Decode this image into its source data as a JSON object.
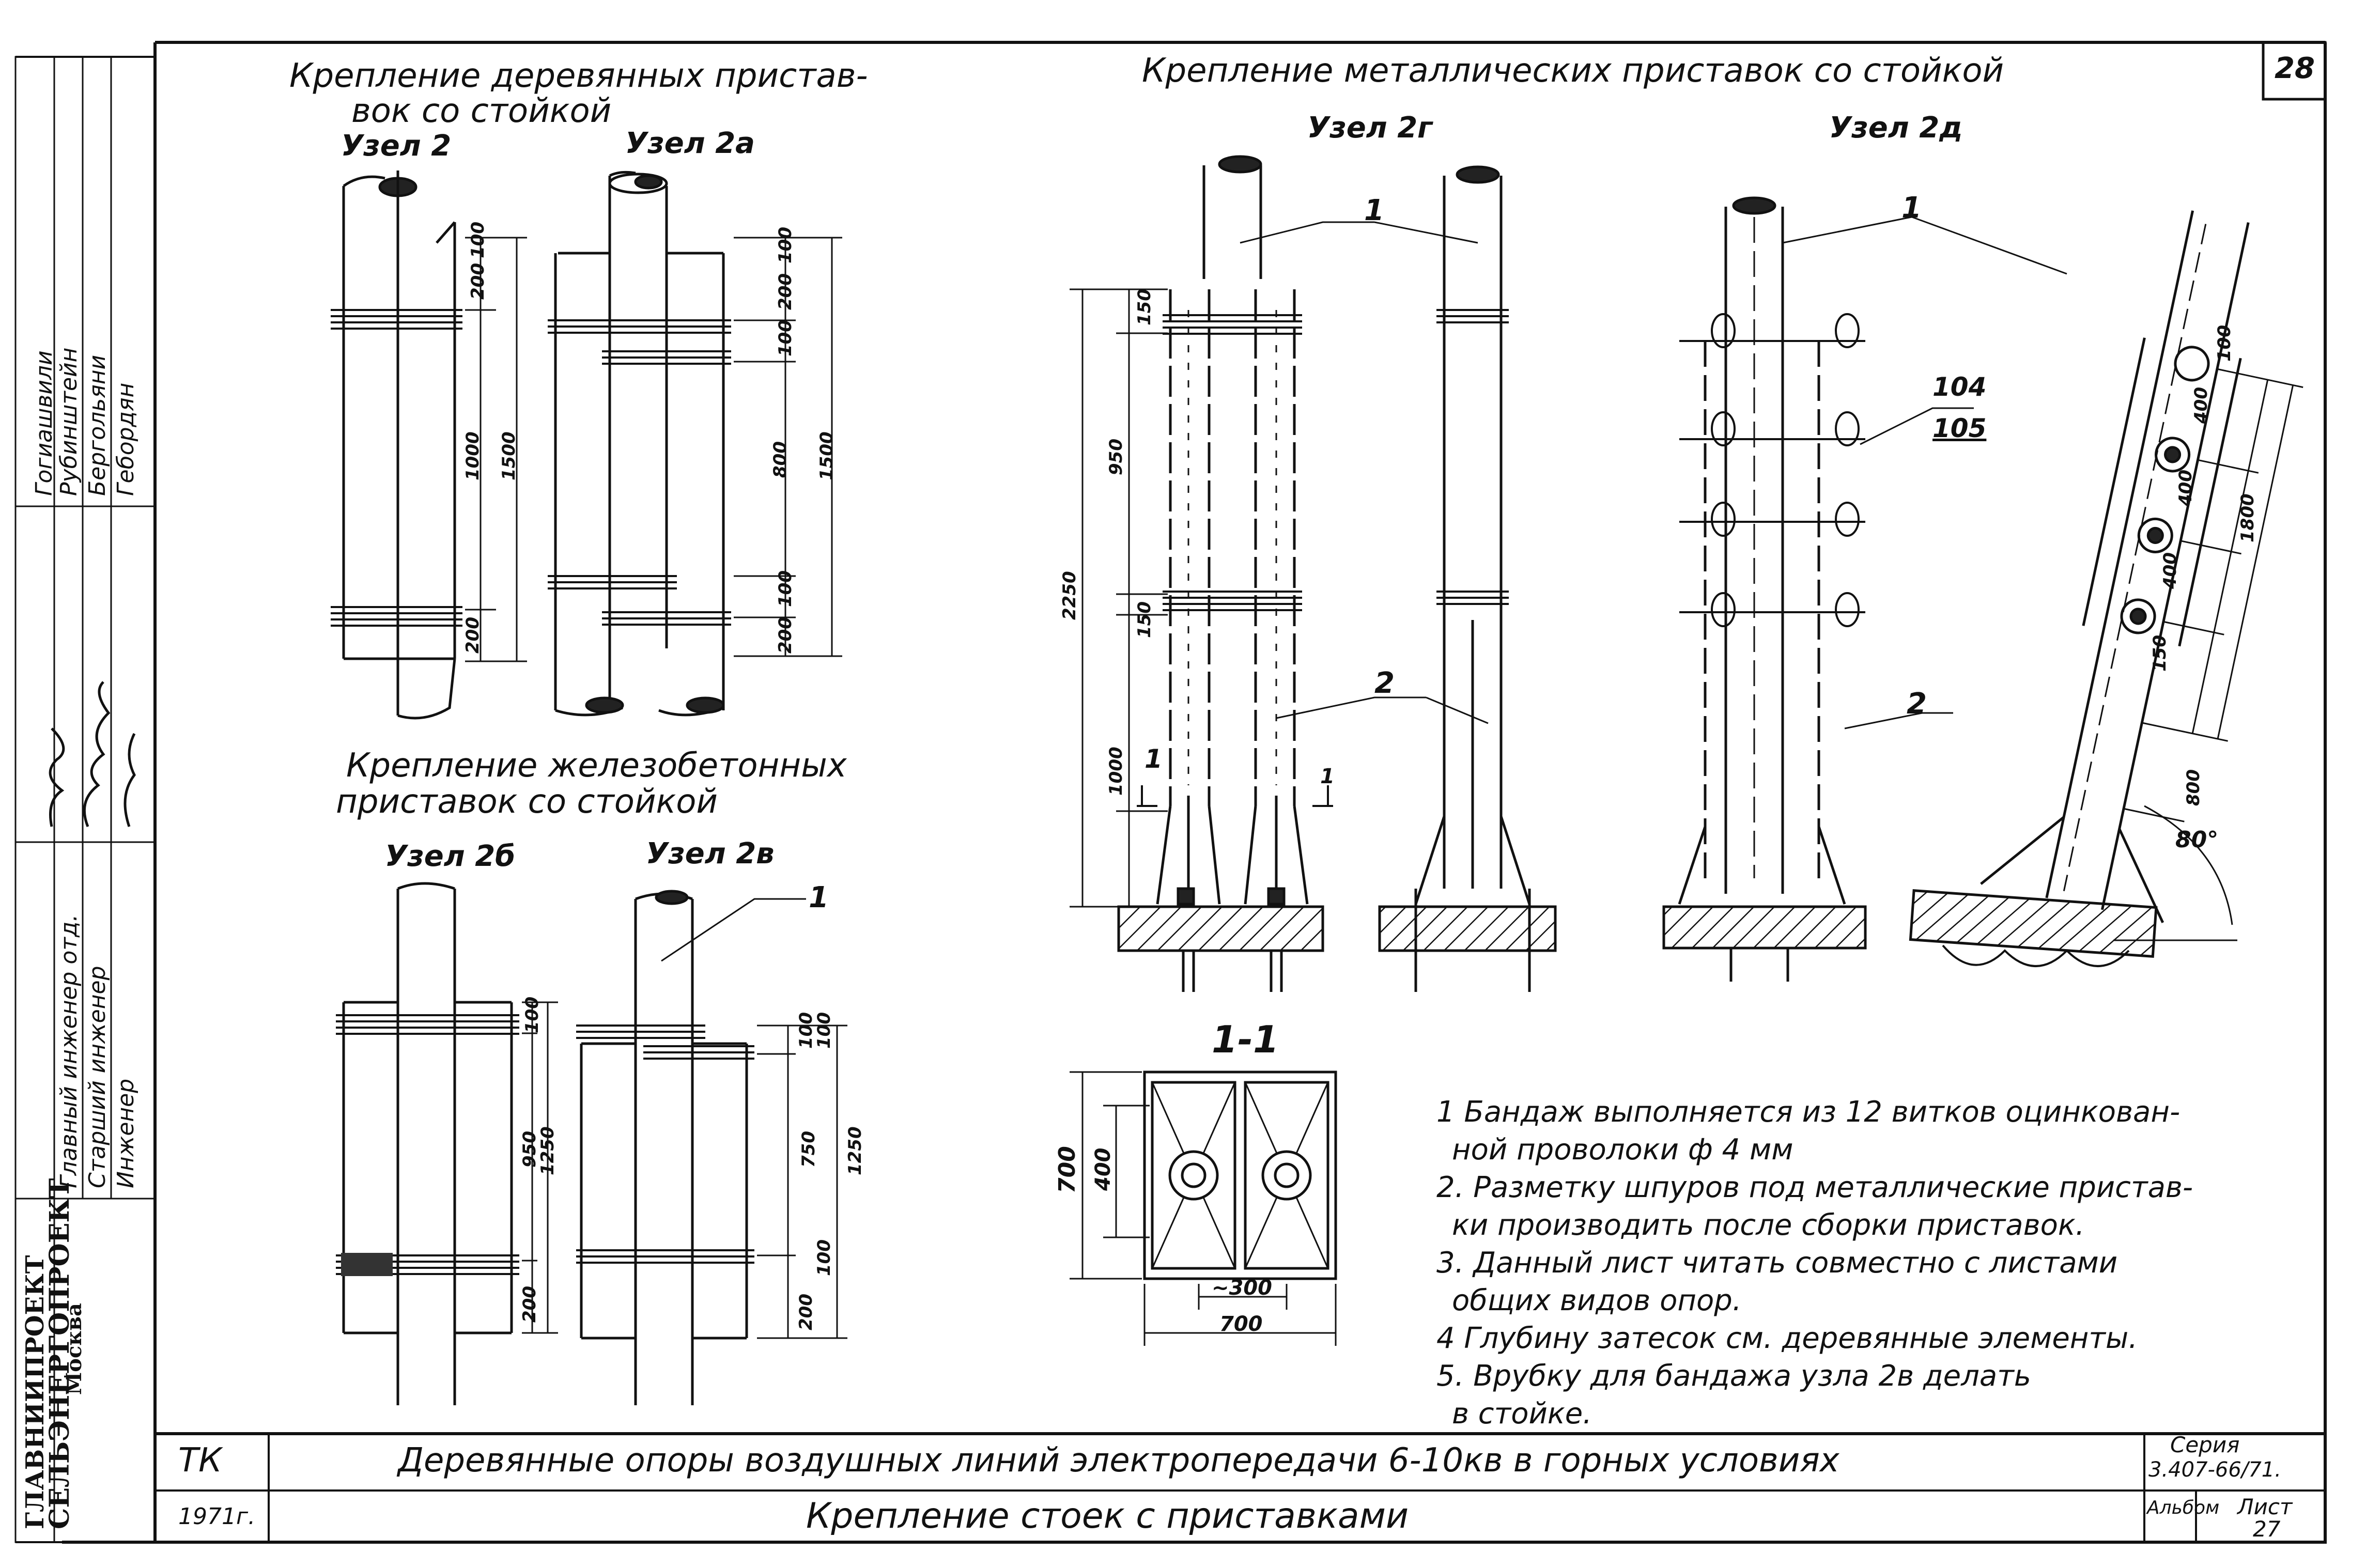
{
  "sheet_number": "28",
  "headings": {
    "wooden_attach": [
      "Крепление деревянных пристав-",
      "вок со стойкой"
    ],
    "metal_attach": "Крепление металлических приставок со стойкой",
    "concrete_attach": [
      "Крепление железобетонных",
      "приставок со стойкой"
    ]
  },
  "node_labels": {
    "n2": "Узел 2",
    "n2a": "Узел 2а",
    "n2b": "Узел 2б",
    "n2v": "Узел 2в",
    "n2g": "Узел 2г",
    "n2d": "Узел 2д"
  },
  "section_label": "1-1",
  "callouts": {
    "c1a": "1",
    "c1b": "1",
    "c1c": "1",
    "c2a": "2",
    "c2b": "2",
    "c104": "104",
    "c105": "105",
    "cut_left": "1",
    "cut_right": "1"
  },
  "dimensions": {
    "n2": [
      "100",
      "200",
      "1000",
      "1500",
      "200"
    ],
    "n2a": [
      "100",
      "200",
      "100",
      "800",
      "1500",
      "100",
      "200"
    ],
    "n2b": [
      "100",
      "950",
      "1250",
      "200"
    ],
    "n2v": [
      "100",
      "100",
      "750",
      "1250",
      "100",
      "200"
    ],
    "n2g": [
      "150",
      "950",
      "150",
      "2250",
      "1000"
    ],
    "n2d": [
      "100",
      "400",
      "400",
      "400",
      "1800",
      "150",
      "800"
    ],
    "angle": "80°",
    "sec_outer": "700",
    "sec_inner": "400",
    "sec_bottom_inner": "~300",
    "sec_bottom_outer": "700"
  },
  "notes": [
    "1 Бандаж выполняется из 12 витков оцинкован-",
    "ной проволоки ф 4 мм",
    "2. Разметку шпуров под металлические пристав-",
    "ки производить после сборки приставок.",
    "3. Данный лист читать совместно с листами",
    "общих видов опор.",
    "4 Глубину затесок см. деревянные элементы.",
    "5. Врубку для бандажа узла 2в делать",
    "в стойке."
  ],
  "title_block": {
    "code": "ТК",
    "year": "1971г.",
    "title": "Деревянные опоры воздушных линий электропередачи 6-10кв в горных условиях",
    "subtitle": "Крепление стоек с приставками",
    "series_label": "Серия",
    "series_value": "3.407-66/71.",
    "album_label": "Альбом",
    "sheet_label": "Лист",
    "sheet_value": "27"
  },
  "side_stamp": {
    "org1": "ГЛАВНИИПРОЕКТ",
    "org2": "СЕЛЬЭНЕРГОПРОЕКТ",
    "city": "Москва",
    "roles": [
      "Главный инженер отд.",
      "Старший инженер",
      "Инженер"
    ],
    "names": [
      "Гогиашвили",
      "Рубинштейн",
      "Бергольяни",
      "Гебордян"
    ]
  }
}
